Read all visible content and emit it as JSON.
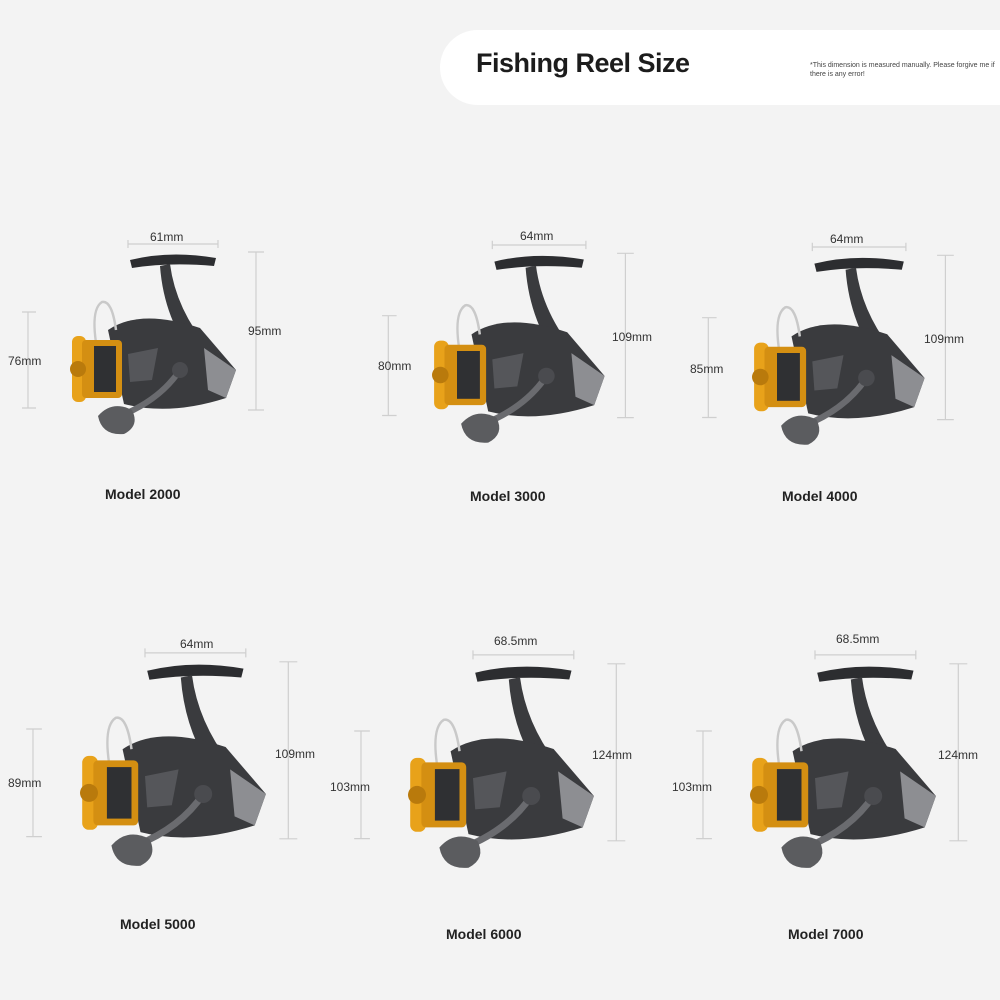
{
  "header": {
    "title": "Fishing Reel Size",
    "note": "*This dimension is measured manually. Please forgive me if there is any error!"
  },
  "colors": {
    "spool": "#e8a21a",
    "body": "#3a3b3e",
    "grip": "#5b5c5f",
    "bail": "#c9c9c9",
    "dimension_line": "#cfcfcf"
  },
  "models": [
    {
      "name": "Model 2000",
      "width": "61mm",
      "height": "95mm",
      "body_height": "76mm"
    },
    {
      "name": "Model 3000",
      "width": "64mm",
      "height": "109mm",
      "body_height": "80mm"
    },
    {
      "name": "Model 4000",
      "width": "64mm",
      "height": "109mm",
      "body_height": "85mm"
    },
    {
      "name": "Model 5000",
      "width": "64mm",
      "height": "109mm",
      "body_height": "89mm"
    },
    {
      "name": "Model 6000",
      "width": "68.5mm",
      "height": "124mm",
      "body_height": "103mm"
    },
    {
      "name": "Model 7000",
      "width": "68.5mm",
      "height": "124mm",
      "body_height": "103mm"
    }
  ]
}
